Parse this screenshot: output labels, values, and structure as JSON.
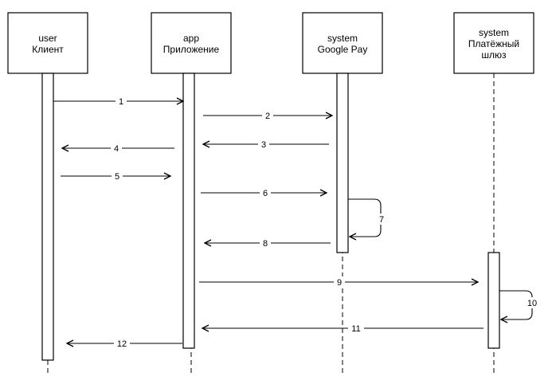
{
  "actors": [
    {
      "line1": "user",
      "line2": "Клиент",
      "line3": ""
    },
    {
      "line1": "app",
      "line2": "Приложение",
      "line3": ""
    },
    {
      "line1": "system",
      "line2": "Google Pay",
      "line3": ""
    },
    {
      "line1": "system",
      "line2": "Платёжный",
      "line3": "шлюз"
    }
  ],
  "messages": [
    {
      "label": "1"
    },
    {
      "label": "2"
    },
    {
      "label": "3"
    },
    {
      "label": "4"
    },
    {
      "label": "5"
    },
    {
      "label": "6"
    },
    {
      "label": "7"
    },
    {
      "label": "8"
    },
    {
      "label": "9"
    },
    {
      "label": "10"
    },
    {
      "label": "11"
    },
    {
      "label": "12"
    }
  ]
}
